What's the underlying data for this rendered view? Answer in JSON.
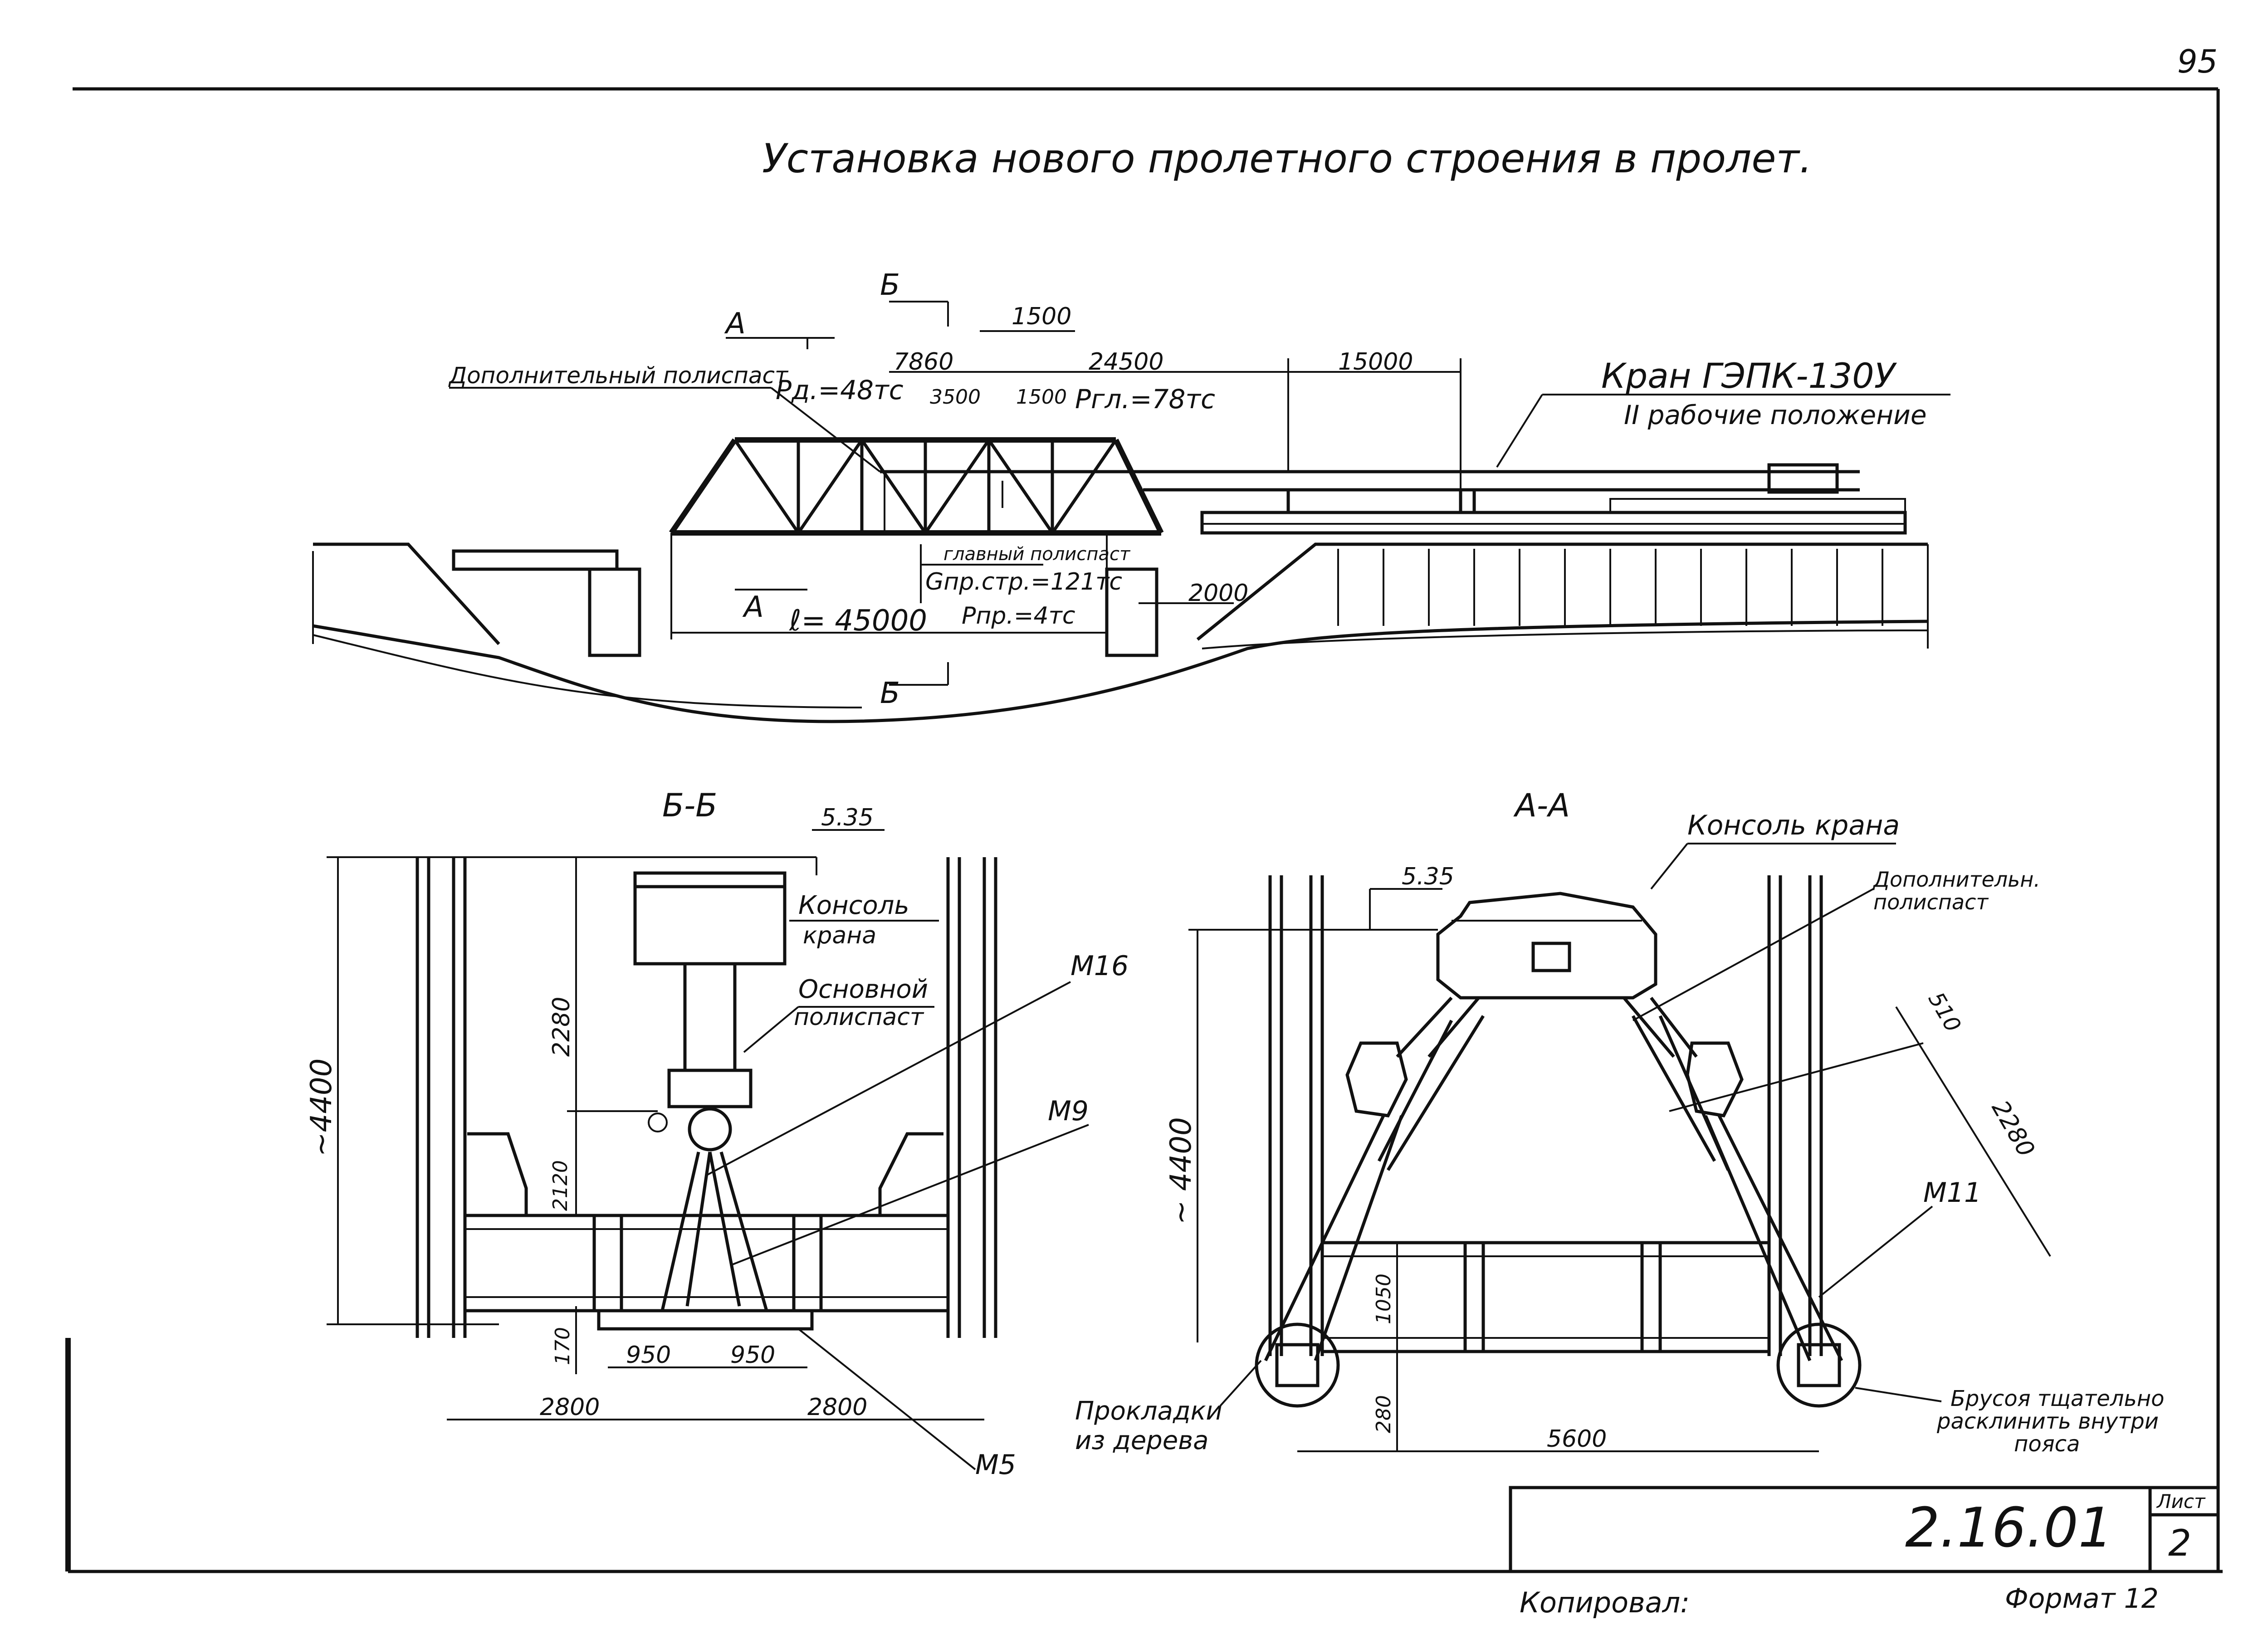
{
  "page_number": "95",
  "title": "Установка нового пролетного строения в пролет.",
  "elevation": {
    "section_marks": {
      "a": "A",
      "b": "Б"
    },
    "dims": {
      "d1500_top": "1500",
      "d7860": "7860",
      "d24500": "24500",
      "d15000": "15000",
      "d3500": "3500",
      "d1500_mid": "1500",
      "d2000": "2000",
      "span": "ℓ= 45000"
    },
    "loads": {
      "pd": "Pд.=48тс",
      "pgl": "Pгл.=78тс",
      "gpr": "Gпр.стр.=121тс",
      "ppr": "Pпр.=4тс"
    },
    "labels": {
      "extra_pulley": "Дополнительный полиспаст",
      "main_pulley": "главный полиспаст",
      "crane": "Кран ГЭПК-130У",
      "position": "II рабочие положение"
    }
  },
  "section_bb": {
    "title": "Б-Б",
    "level": "5.35",
    "dims": {
      "height": "~4400",
      "d2280": "2280",
      "d2120": "2120",
      "d170": "170",
      "d950a": "950",
      "d950b": "950",
      "d2800a": "2800",
      "d2800b": "2800"
    },
    "labels": {
      "console_1": "Консоль",
      "console_2": "крана",
      "main_1": "Основной",
      "main_2": "полиспаст",
      "m16": "М16",
      "m9": "М9",
      "m5": "М5"
    }
  },
  "section_aa": {
    "title": "А-А",
    "level": "5.35",
    "dims": {
      "height": "~ 4400",
      "d510": "510",
      "d2280": "2280",
      "d1050": "1050",
      "d280": "280",
      "d5600": "5600"
    },
    "labels": {
      "console": "Консоль крана",
      "extra_1": "Дополнительн.",
      "extra_2": "полиспаст",
      "m11": "М11",
      "pads_1": "Прокладки",
      "pads_2": "из дерева",
      "beam_1": "Брусоя тщательно",
      "beam_2": "расклинить внутри",
      "beam_3": "пояса"
    }
  },
  "stamp": {
    "code": "2.16.01",
    "sheet_label": "Лист",
    "sheet_number": "2",
    "copied": "Копировал:",
    "format": "Формат 12"
  }
}
